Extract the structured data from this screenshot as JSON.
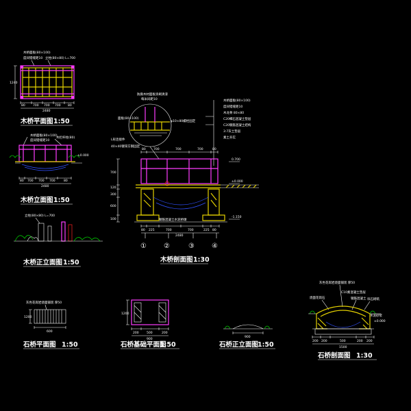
{
  "drawings": {
    "plan": {
      "title": "木桥平面图",
      "scale": "1:50",
      "notes": [
        "木桥面板(80×100)",
        "度间错缝距10",
        "立柱(80×80) L=700"
      ],
      "left_dims": [
        "1240"
      ],
      "bottom_dims": [
        "80",
        "700",
        "700",
        "700",
        "80"
      ],
      "overall": "2480"
    },
    "elevation": {
      "title": "木桥立面图",
      "scale": "1:50",
      "notes": [
        "木桥面板(80×100)",
        "度间错缝距10",
        "木栏杆柱(80)"
      ],
      "level": "±0.000",
      "bottom_dims": [
        "80",
        "700",
        "700",
        "700",
        "80"
      ],
      "overall": "2480"
    },
    "front": {
      "title": "木桥正立面图",
      "scale": "1:50",
      "note": "立柱(80×80) L=700"
    },
    "section": {
      "title": "木桥剖面图",
      "scale": "1:30",
      "bubble_notes": [
        "防腐木材面板涂刷清漆",
        "每米间距10"
      ],
      "detail_labels": [
        "面板(80×100)",
        "φ10×80螺栓固定",
        "L形连接件",
        "40×40镀锌方钢固定"
      ],
      "right_notes": [
        "木桥面板(80×100)",
        "度间错缝距10",
        "木龙骨 80×80",
        "C20细石混凝土垫层",
        "C20钢筋混凝土结构",
        "3:7灰土垫层",
        "素土夯实"
      ],
      "top_dims": [
        "80",
        "700",
        "700",
        "700",
        "80"
      ],
      "left_dims": [
        "700",
        "120",
        "300",
        "600",
        "100"
      ],
      "right_labels": [
        "0.700",
        "±0.000",
        "-1.150"
      ],
      "bottom_note": "钢筋混凝土水泥桥墩",
      "bottom_dims": [
        "80",
        "225",
        "700",
        "700",
        "225",
        "80"
      ],
      "overall": "2480",
      "axes": [
        "①",
        "②",
        "③",
        "④"
      ]
    },
    "stone_plan": {
      "title": "石桥平面图",
      "scale": "1:50",
      "note": "灰色花岗岩烧面铺装 厚50",
      "left_dim": "1200",
      "bottom_dim": "600"
    },
    "stone_base": {
      "title": "石桥基础平面图",
      "scale": "1:50",
      "left_dim": "1200",
      "bottom_dims": [
        "200",
        "500",
        "200"
      ],
      "overall": "900"
    },
    "stone_front": {
      "title": "石桥正立面图",
      "scale": "1:50",
      "bottom_dim": "900"
    },
    "stone_section": {
      "title": "石桥剖面图",
      "scale": "1:30",
      "top_note": "灰色花岗岩烧面铺装 厚50",
      "left_note": "烧面花岗石",
      "mid_notes": [
        "C10素混凝土垫层",
        "钢筋混凝土"
      ],
      "right_notes": [
        "块石砌筑",
        "水泥砂浆"
      ],
      "right_level": "±0.000",
      "bottom_dims": [
        "200",
        "200",
        "500",
        "200",
        "200"
      ],
      "overall": "1500"
    }
  },
  "colors": {
    "background": "#000000",
    "wood": "#e6d200",
    "railing": "#ff3cff",
    "dimension": "#ffffff",
    "plant": "#00c800",
    "water": "#3050ff",
    "accent": "#e02020"
  }
}
